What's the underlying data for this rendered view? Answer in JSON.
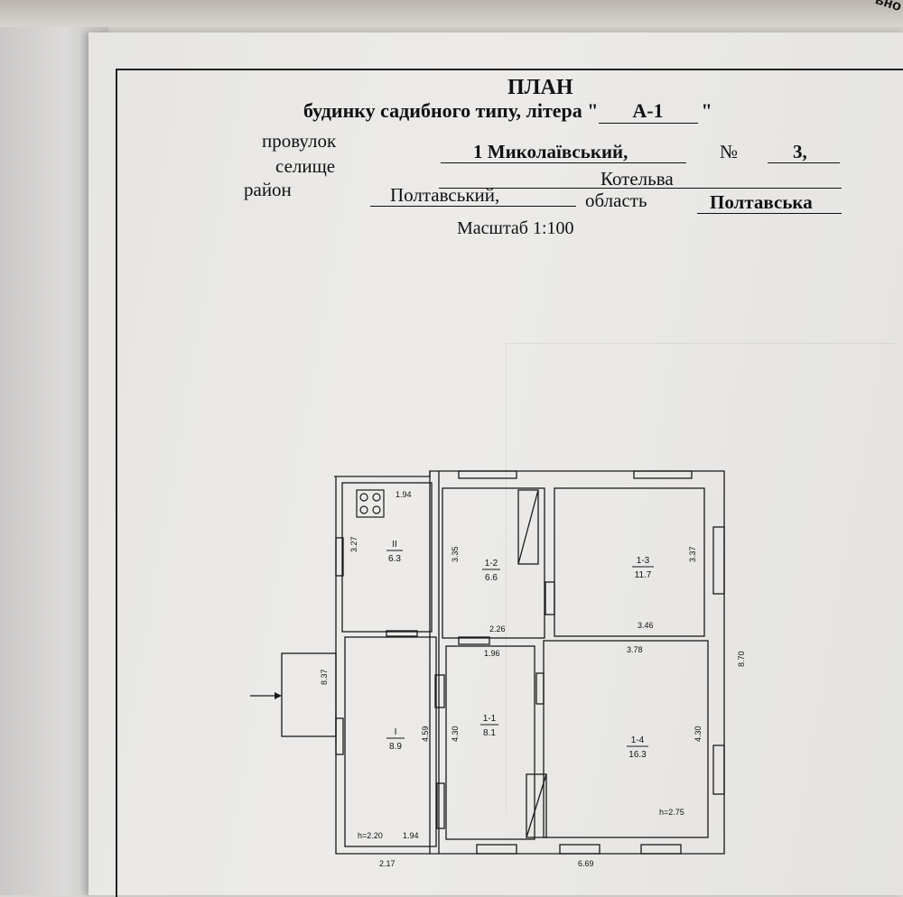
{
  "corner_text": "ьно",
  "document": {
    "title": "ПЛАН",
    "subtitle_prefix": "будинку садибного типу, літера \"",
    "litera": "А-1",
    "subtitle_suffix": "\"",
    "lane_label": "провулок",
    "lane_value": "1 Миколаївський,",
    "number_label": "№",
    "number_value": "3,",
    "settlement_label": "селище",
    "settlement_value": "Котельва",
    "district_label": "район",
    "district_value": "Полтавський,",
    "region_label": "область",
    "region_value": "Полтавська",
    "scale": "Масштаб 1:100"
  },
  "plan": {
    "rooms": [
      {
        "id": "ii",
        "number": "II",
        "area": "6.3"
      },
      {
        "id": "1-2",
        "number": "1-2",
        "area": "6.6"
      },
      {
        "id": "1-3",
        "number": "1-3",
        "area": "11.7"
      },
      {
        "id": "i",
        "number": "I",
        "area": "8.9"
      },
      {
        "id": "1-1",
        "number": "1-1",
        "area": "8.1"
      },
      {
        "id": "1-4",
        "number": "1-4",
        "area": "16.3"
      }
    ],
    "dimensions": {
      "d_1_94_top": "1.94",
      "d_3_27": "3.27",
      "d_3_35": "3.35",
      "d_2_26": "2.26",
      "d_3_37": "3.37",
      "d_3_46": "3.46",
      "d_8_70": "8.70",
      "d_1_96": "1.96",
      "d_3_78": "3.78",
      "d_8_37": "8.37",
      "d_4_59": "4.59",
      "d_4_30_mid": "4.30",
      "d_4_30_right": "4.30",
      "d_1_94_bottom": "1.94",
      "d_2_17": "2.17",
      "d_6_69": "6.69"
    },
    "heights": {
      "left": "h=2.20",
      "right": "h=2.75"
    }
  }
}
